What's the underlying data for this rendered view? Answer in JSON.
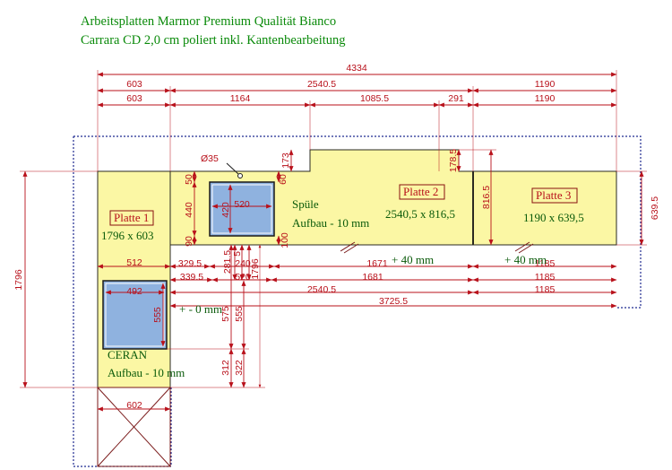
{
  "title": {
    "line1": "Arbeitsplatten Marmor Premium Qualität Bianco",
    "line2": "Carrara CD 2,0 cm poliert inkl. Kantenbearbeitung"
  },
  "plates": {
    "p1": {
      "name": "Platte 1",
      "size": "1796 x 603"
    },
    "p2": {
      "name": "Platte 2",
      "size": "2540,5 x 816,5"
    },
    "p3": {
      "name": "Platte 3",
      "size": "1190 x 639,5"
    }
  },
  "cutouts": {
    "sink": {
      "label": "Spüle",
      "mount": "Aufbau - 10 mm",
      "tap": "Ø35"
    },
    "ceran": {
      "label": "CERAN",
      "mount": "Aufbau - 10 mm",
      "offset": "+ - 0 mm"
    }
  },
  "notes": {
    "plus40_a": "+ 40 mm",
    "plus40_b": "+ 40 mm"
  },
  "dims": {
    "total": "4334",
    "row2": [
      "603",
      "2540.5",
      "1190"
    ],
    "row3": [
      "603",
      "1164",
      "1085.5",
      "291",
      "1190"
    ],
    "left_total": "1796",
    "right_6395": "639.5",
    "p2_8165": "816.5",
    "v_173": "173",
    "v_1785": "178.5",
    "sink_50": "50",
    "sink_440": "440",
    "sink_420": "420",
    "sink_520": "520",
    "sink_90": "90",
    "sink_60": "60",
    "sink_100": "100",
    "r1": [
      "329.5",
      "240",
      "1671",
      "1185"
    ],
    "r2": [
      "339.5",
      "520",
      "1681",
      "1185"
    ],
    "r3": [
      "2540.5",
      "1185"
    ],
    "r4": [
      "3725.5"
    ],
    "v_2815": "281.5",
    "v_5": "5",
    "v_1796b": "1796",
    "v_575": "575",
    "v_555b": "555",
    "v_312": "312",
    "v_322": "322",
    "ceran_512": "512",
    "ceran_492": "492",
    "ceran_555": "555",
    "bottom_602": "602"
  }
}
